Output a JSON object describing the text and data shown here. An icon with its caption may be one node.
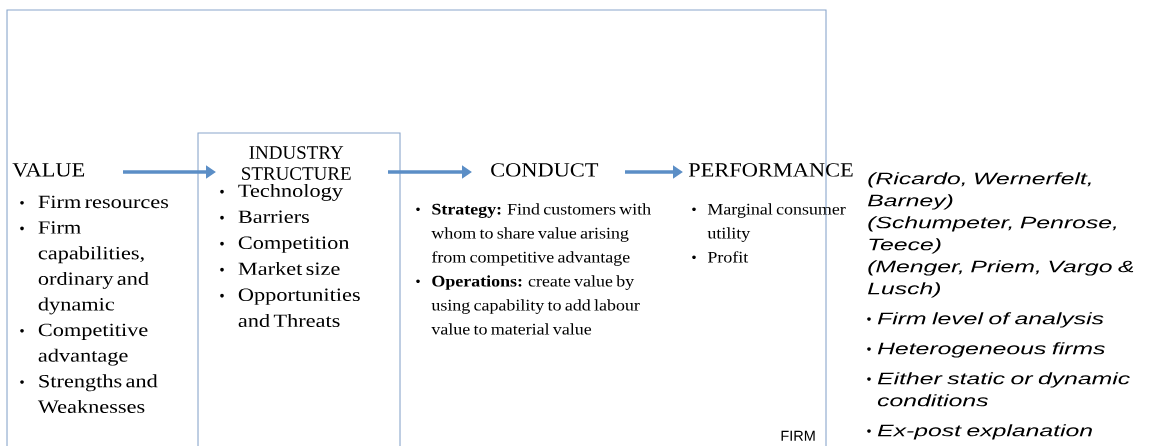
{
  "diagram": {
    "nodes": [
      {
        "text": [
          "FIRM"
        ]
      },
      {
        "text": [
          "VALUE",
          "Firm resources",
          "Firm capabilities, ordinary and dynamic",
          "Competitive advantage",
          "Strengths and Weaknesses"
        ],
        "in": 0
      },
      {
        "text": [
          "INDUSTRY STRUCTURE",
          "Technology",
          "Barriers",
          "Competition",
          "Market size",
          "Opportunities and Threats"
        ],
        "in": 0
      },
      {
        "text": [
          "CONDUCT",
          "**Strategy:** Find customers with whom to share value arising from competitive advantage",
          "**Operations:** create value by using capability to add labour value to material value"
        ],
        "in": 0
      },
      {
        "text": [
          "PERFORMANCE",
          "Marginal consumer utility",
          "Profit"
        ],
        "in": 0
      }
    ],
    "edges": [
      {
        "from": 1,
        "to": 2,
        "arrow": "to"
      },
      {
        "from": 2,
        "to": 3,
        "arrow": "to"
      },
      {
        "from": 3,
        "to": 4,
        "arrow": "to"
      }
    ],
    "labels": [
      "(Ricardo, Wernerfelt, Barney)",
      "(Schumpeter, Penrose, Teece)",
      "(Menger, Priem, Vargo & Lusch)",
      "Firm level of analysis",
      "Heterogeneous firms",
      "Either static or dynamic conditions",
      "Ex-post explanation"
    ]
  }
}
